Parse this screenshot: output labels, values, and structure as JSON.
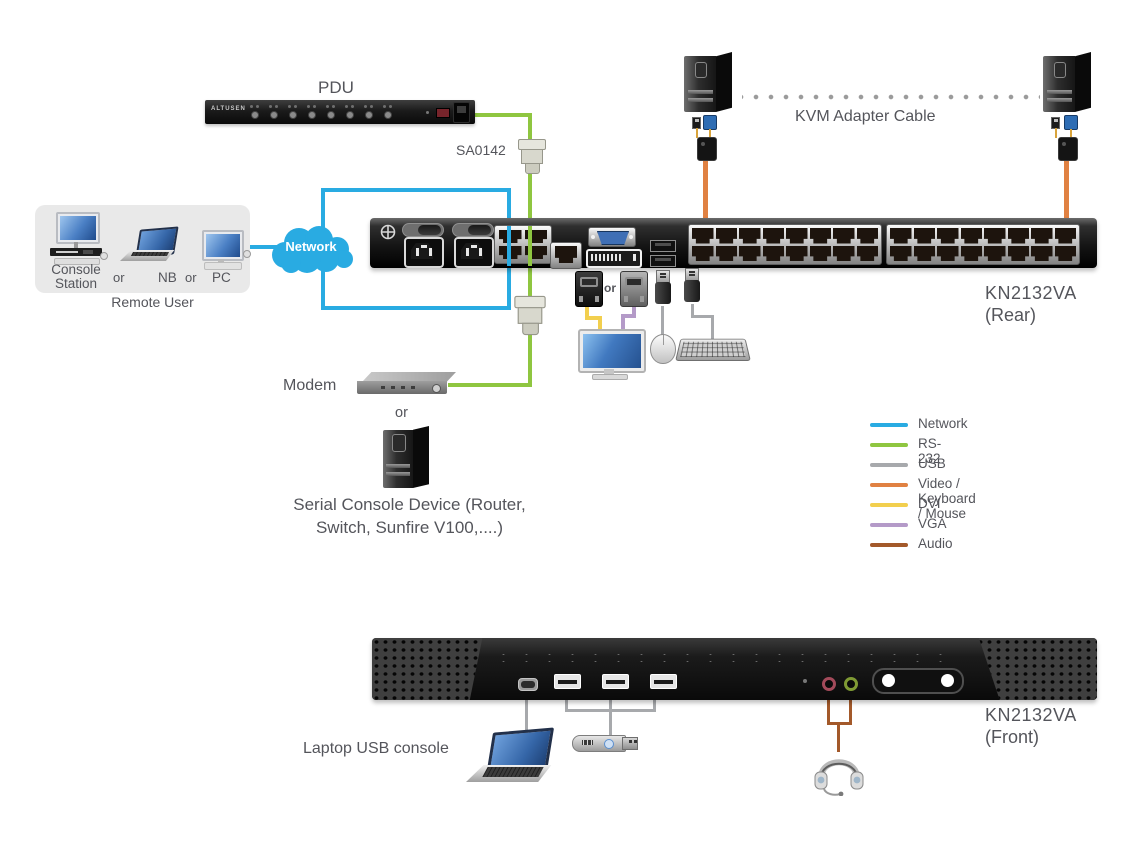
{
  "pdu": {
    "label": "PDU",
    "brand": "ALTUSEN",
    "outlet_groups": 8
  },
  "sa0142_label": "SA0142",
  "remote": {
    "console_line1": "Console",
    "console_line2": "Station",
    "or1": "or",
    "nb": "NB",
    "or2": "or",
    "pc": "PC",
    "caption": "Remote User"
  },
  "network_label": "Network",
  "kvm_adapter_cable_label": "KVM Adapter Cable",
  "rear": {
    "model": "KN2132VA",
    "view": "(Rear)",
    "lan_serial_ports": 4,
    "usb_console_ports": 2,
    "kvm_banks": 2,
    "ports_per_bank": 16
  },
  "console_cluster": {
    "or_dvi_vga": "or"
  },
  "modem_label": "Modem",
  "or_serial": "or",
  "serial_device_line1": "Serial Console Device (Router,",
  "serial_device_line2": "Switch, Sunfire V100,....)",
  "legend": {
    "items": [
      {
        "key": "network",
        "label": "Network",
        "color": "#29abe2"
      },
      {
        "key": "rs232",
        "label": "RS-232",
        "color": "#8fc640"
      },
      {
        "key": "usb",
        "label": "USB",
        "color": "#a7a9ac"
      },
      {
        "key": "vkm",
        "label": "Video / Keyboard / Mouse",
        "color": "#e08142"
      },
      {
        "key": "dvi",
        "label": "DVI",
        "color": "#f2cf4e"
      },
      {
        "key": "vga",
        "label": "VGA",
        "color": "#b49ac8"
      },
      {
        "key": "audio",
        "label": "Audio",
        "color": "#a3592a"
      }
    ]
  },
  "front": {
    "model": "KN2132VA",
    "view": "(Front)",
    "usb_ports": 3,
    "caption": "Laptop USB console"
  }
}
